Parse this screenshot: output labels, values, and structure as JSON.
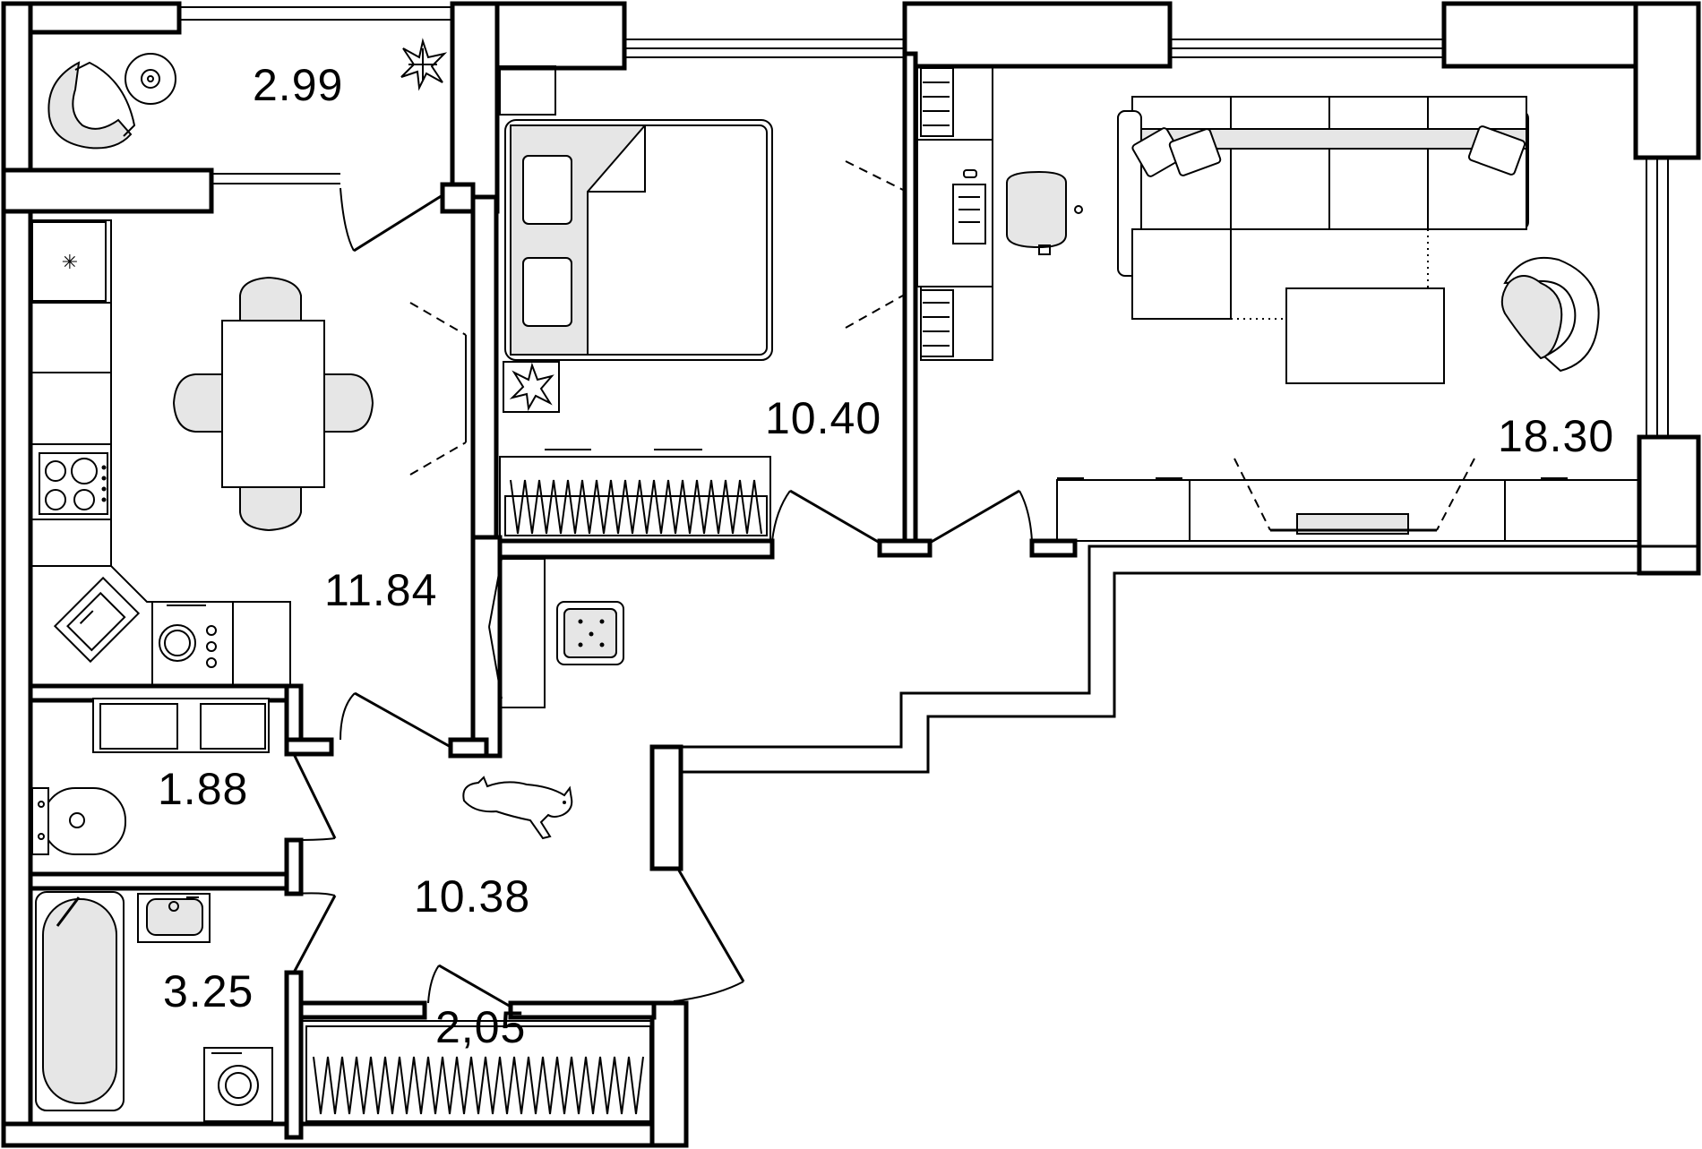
{
  "plan": {
    "rooms": [
      {
        "id": "balcony",
        "area": "2.99"
      },
      {
        "id": "kitchen",
        "area": "11.84"
      },
      {
        "id": "bedroom",
        "area": "10.40"
      },
      {
        "id": "living",
        "area": "18.30"
      },
      {
        "id": "toilet",
        "area": "1.88"
      },
      {
        "id": "hallway",
        "area": "10.38"
      },
      {
        "id": "bathroom",
        "area": "3.25"
      },
      {
        "id": "closet",
        "area": "2,05"
      }
    ]
  }
}
